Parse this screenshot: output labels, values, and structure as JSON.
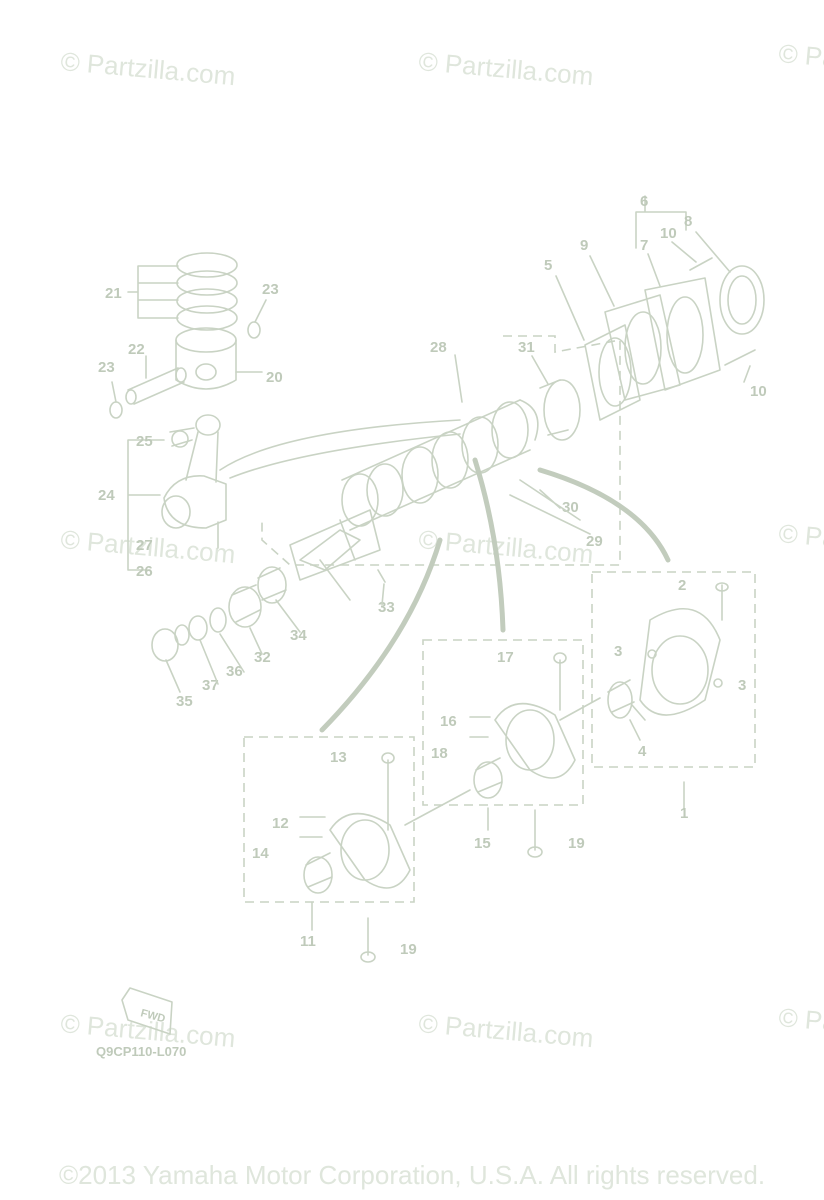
{
  "watermark": "© Partzilla.com",
  "copyright": "©2013 Yamaha Motor Corporation, U.S.A. All rights reserved.",
  "diagram_code": "Q9CP110-L070",
  "fwd_label": "FWD",
  "callouts": {
    "c1": "1",
    "c2": "2",
    "c3": "3",
    "c4": "4",
    "c5": "5",
    "c6": "6",
    "c7": "7",
    "c8": "8",
    "c9": "9",
    "c10": "10",
    "c11": "11",
    "c12": "12",
    "c13": "13",
    "c14": "14",
    "c15": "15",
    "c16": "16",
    "c17": "17",
    "c18": "18",
    "c19": "19",
    "c20": "20",
    "c21": "21",
    "c22": "22",
    "c23": "23",
    "c24": "24",
    "c25": "25",
    "c26": "26",
    "c27": "27",
    "c28": "28",
    "c29": "29",
    "c30": "30",
    "c31": "31",
    "c32": "32",
    "c33": "33",
    "c34": "34",
    "c35": "35",
    "c36": "36",
    "c37": "37"
  }
}
